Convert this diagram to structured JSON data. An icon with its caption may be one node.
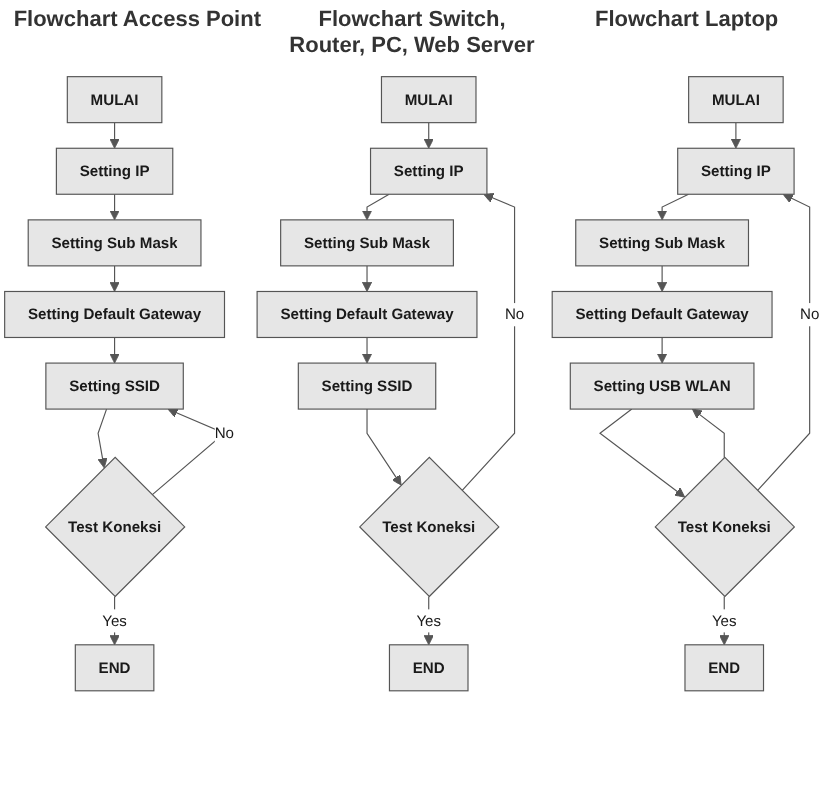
{
  "diagram": {
    "nodes": [
      {
        "text": [
          "MULAI"
        ]
      },
      {
        "text": [
          "Setting IP"
        ]
      },
      {
        "text": [
          "Setting Sub Mask"
        ]
      },
      {
        "text": [
          "Setting Default Gateway"
        ]
      },
      {
        "text": [
          "Setting SSID"
        ]
      },
      {
        "text": [
          "Test Koneksi"
        ]
      },
      {
        "text": [
          "END"
        ]
      },
      {
        "text": [
          "MULAI"
        ]
      },
      {
        "text": [
          "Setting IP"
        ]
      },
      {
        "text": [
          "Setting Sub Mask"
        ]
      },
      {
        "text": [
          "Setting Default Gateway"
        ]
      },
      {
        "text": [
          "Setting SSID"
        ]
      },
      {
        "text": [
          "Test Koneksi"
        ]
      },
      {
        "text": [
          "END"
        ]
      },
      {
        "text": [
          "MULAI"
        ]
      },
      {
        "text": [
          "Setting IP"
        ]
      },
      {
        "text": [
          "Setting Sub Mask"
        ]
      },
      {
        "text": [
          "Setting Default Gateway"
        ]
      },
      {
        "text": [
          "Setting USB WLAN"
        ]
      },
      {
        "text": [
          "Test Koneksi"
        ]
      },
      {
        "text": [
          "END"
        ]
      }
    ],
    "edges": [
      {
        "from": 0,
        "to": 1,
        "arrow": "to"
      },
      {
        "from": 1,
        "to": 2,
        "arrow": "to"
      },
      {
        "from": 2,
        "to": 3,
        "arrow": "to"
      },
      {
        "from": 3,
        "to": 4,
        "arrow": "to"
      },
      {
        "from": 4,
        "to": 5,
        "arrow": "to"
      },
      {
        "from": 5,
        "to": 4,
        "arrow": "to",
        "label": "No"
      },
      {
        "from": 5,
        "to": 6,
        "arrow": "to",
        "label": "Yes"
      },
      {
        "from": 7,
        "to": 8,
        "arrow": "to"
      },
      {
        "from": 8,
        "to": 9,
        "arrow": "to"
      },
      {
        "from": 9,
        "to": 10,
        "arrow": "to"
      },
      {
        "from": 10,
        "to": 11,
        "arrow": "to"
      },
      {
        "from": 11,
        "to": 12,
        "arrow": "to"
      },
      {
        "from": 12,
        "to": 8,
        "arrow": "to",
        "label": "No"
      },
      {
        "from": 12,
        "to": 13,
        "arrow": "to",
        "label": "Yes"
      },
      {
        "from": 14,
        "to": 15,
        "arrow": "to"
      },
      {
        "from": 15,
        "to": 16,
        "arrow": "to"
      },
      {
        "from": 16,
        "to": 17,
        "arrow": "to"
      },
      {
        "from": 17,
        "to": 18,
        "arrow": "to"
      },
      {
        "from": 18,
        "to": 19,
        "arrow": "to"
      },
      {
        "from": 19,
        "to": 15,
        "arrow": "to",
        "label": "No"
      },
      {
        "from": 19,
        "to": 18,
        "arrow": "to"
      },
      {
        "from": 19,
        "to": 20,
        "arrow": "to",
        "label": "Yes"
      }
    ],
    "labels": [
      "Flowchart Access Point",
      "Flowchart Switch, Router, PC, Web Server",
      "Flowchart Laptop"
    ]
  }
}
